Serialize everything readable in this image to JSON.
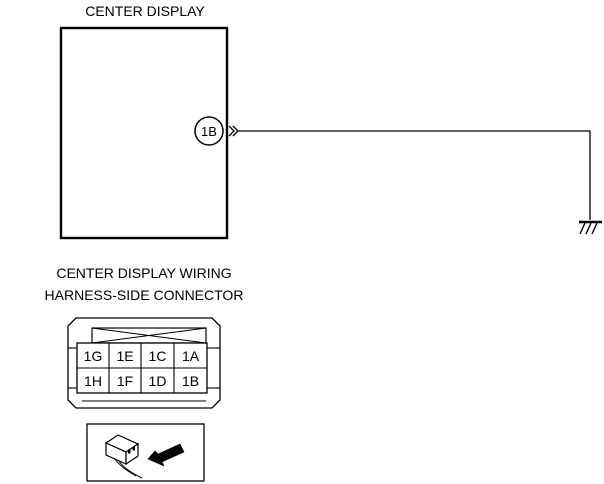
{
  "unit": {
    "title": "CENTER DISPLAY",
    "connector_label": "1B"
  },
  "harness": {
    "title_line1": "CENTER DISPLAY WIRING",
    "title_line2": "HARNESS-SIDE CONNECTOR"
  },
  "connector": {
    "top_row": [
      "1G",
      "1E",
      "1C",
      "1A"
    ],
    "bottom_row": [
      "1H",
      "1F",
      "1D",
      "1B"
    ]
  },
  "icons": {
    "ground": "ground-symbol-icon",
    "connector_view": "connector-insertion-arrow-icon",
    "wire_connector": "double-chevron-connector-icon"
  }
}
